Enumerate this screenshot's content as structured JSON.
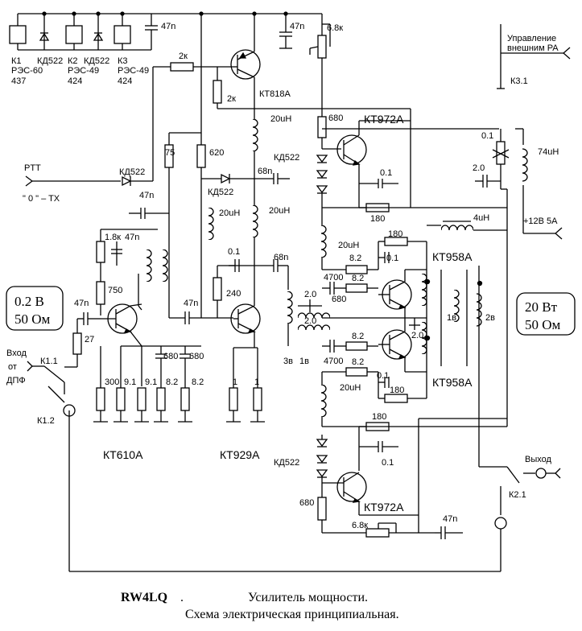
{
  "title": {
    "author": "RW4LQ",
    "line1": "Усилитель мощности.",
    "line2": "Схема электрическая принципиальная."
  },
  "relays": [
    {
      "name": "К1",
      "type": "РЭС-60",
      "code": "437"
    },
    {
      "name": "К2",
      "type": "РЭС-49",
      "code": "424"
    },
    {
      "name": "К3",
      "type": "РЭС-49",
      "code": "424"
    }
  ],
  "diode_kd522": "КД522",
  "ptt": {
    "label": "PTT",
    "note": "\" 0 \" – TX"
  },
  "control": {
    "line1": "Управление",
    "line2": "внешним PA",
    "contact": "К3.1"
  },
  "input": {
    "line1": "Вход",
    "line2": "от",
    "line3": "ДПФ",
    "k11": "К1.1",
    "k12": "К1.2"
  },
  "input_box": {
    "line1": "0.2 В",
    "line2": "50 Ом"
  },
  "output_box": {
    "line1": "20 Вт",
    "line2": "50 Ом"
  },
  "output": {
    "label": "Выход",
    "contact": "К2.1"
  },
  "supply": "+12В  5А",
  "transistors": {
    "t1": "КТ610А",
    "t2": "КТ929А",
    "t3": "КТ818А",
    "t4": "КТ972А",
    "t5": "КТ958А",
    "t6": "КТ958А",
    "t7": "КТ972А"
  },
  "parts": {
    "c47n": "47n",
    "c68n": "68n",
    "c01": "0.1",
    "c20": "2.0",
    "c4700": "4700",
    "c680": "680",
    "r2k": "2к",
    "r68k": "6.8к",
    "r680": "680",
    "r75": "75",
    "r620": "620",
    "r18k": "1.8к",
    "r750": "750",
    "r27": "27",
    "r300": "300",
    "r91": "9.1",
    "r82": "8.2",
    "r240": "240",
    "r1": "1",
    "r180": "180",
    "r01": "0.1",
    "l20": "20uH",
    "l74": "74uH",
    "l4": "4uH",
    "w3": "3в",
    "w1": "1в",
    "w2": "2в"
  }
}
